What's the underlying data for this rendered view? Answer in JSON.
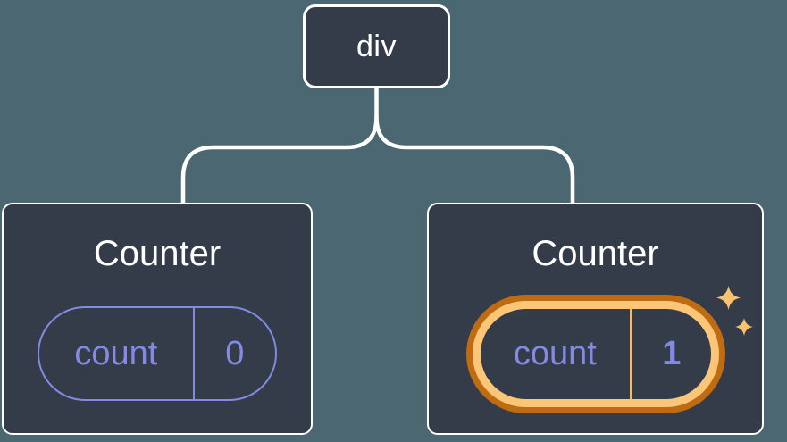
{
  "root_node": {
    "label": "div"
  },
  "counters": [
    {
      "title": "Counter",
      "state_key": "count",
      "state_value": "0",
      "highlighted": false
    },
    {
      "title": "Counter",
      "state_key": "count",
      "state_value": "1",
      "highlighted": true
    }
  ],
  "icons": {
    "sparkle_large": "four-point-star",
    "sparkle_small": "four-point-star"
  },
  "colors": {
    "page_bg": "#4b6772",
    "node_bg": "#343b49",
    "node_border": "#ffffff",
    "connector_line": "#ffffff",
    "state_purple": "#828ae4",
    "highlight_dark_orange": "#bf6b11",
    "highlight_light_orange": "#fcc678",
    "highlight_divider_orange": "#f9ba5c",
    "sparkle_orange": "#f8c270",
    "title_text": "#ffffff"
  }
}
